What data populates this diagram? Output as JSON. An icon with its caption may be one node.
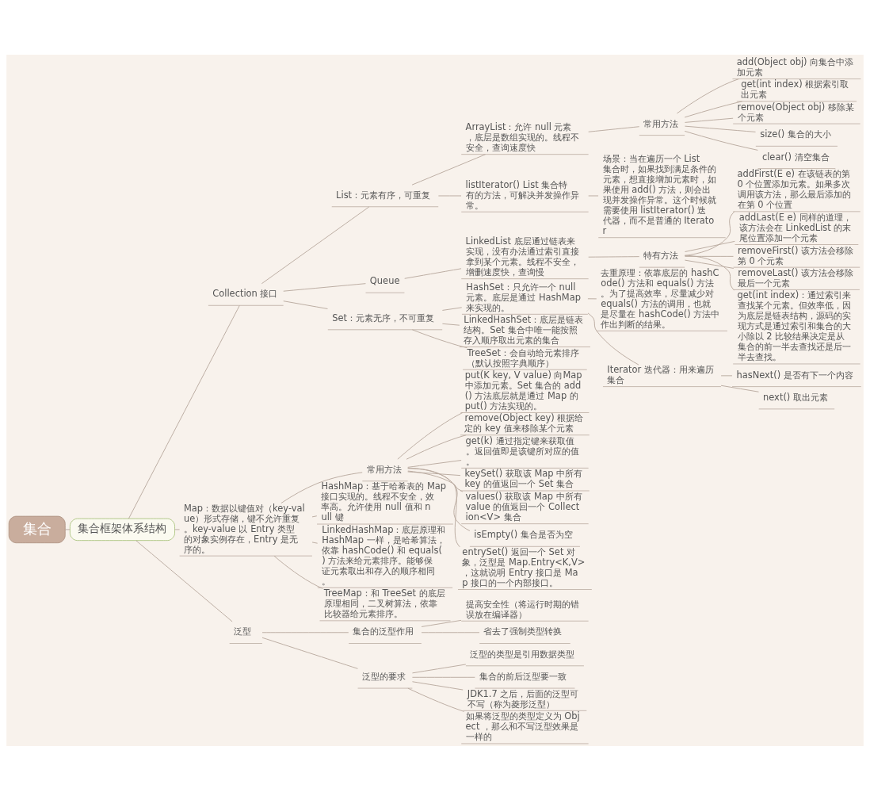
{
  "diagram": {
    "nodes": [
      {
        "text": [
          "集合"
        ]
      },
      {
        "text": [
          "集合框架体系结构"
        ]
      },
      {
        "text": [
          "Collection 接口"
        ]
      },
      {
        "text": [
          "List：元素有序，可重复"
        ]
      },
      {
        "text": [
          "ArrayList：允许 null 元素，底层是数组实现的。线程不安全，查询速度快"
        ]
      },
      {
        "text": [
          "常用方法"
        ]
      },
      {
        "text": [
          "add(Object obj) 向集合中添加元素"
        ]
      },
      {
        "text": [
          "get(int index) 根据索引取出元素"
        ]
      },
      {
        "text": [
          "remove(Object obj) 移除某个元素"
        ]
      },
      {
        "text": [
          "size() 集合的大小"
        ]
      },
      {
        "text": [
          "clear() 清空集合"
        ]
      },
      {
        "text": [
          "listIterator() List 集合特有的方法，可解决并发操作异常。"
        ]
      },
      {
        "text": [
          "场景：当在遍历一个 List  集合时，如果找到满足条件的元素，想直接增加元素时，如果使用 add() 方法，则会出现并发操作异常。这个时候就需要使用 listIterator() 迭代器，而不是普通的 Iterator"
        ]
      },
      {
        "text": [
          "Queue"
        ]
      },
      {
        "text": [
          "LinkedList 底层通过链表来实现，没有办法通过索引直接拿到某个元素。线程不安全，增删速度快，查询慢"
        ]
      },
      {
        "text": [
          "特有方法"
        ]
      },
      {
        "text": [
          "addFirst(E e) 在该链表的第 0 个位置添加元素。如果多次调用该方法，那么最后添加的在第 0 个位置"
        ]
      },
      {
        "text": [
          "addLast(E e) 同样的道理，该方法会在 LinkedList 的末尾位置添加一个元素"
        ]
      },
      {
        "text": [
          "removeFirst() 该方法会移除第 0 个元素"
        ]
      },
      {
        "text": [
          "removeLast() 该方法会移除最后一个元素"
        ]
      },
      {
        "text": [
          "get(int index)：通过索引来查找某个元素。但效率低，因为底层是链表结构，源码的实现方式是通过索引和集合的大小除以 2 比较结果决定是从集合的前一半去查找还是后一半去查找。"
        ]
      },
      {
        "text": [
          "Set：元素无序，不可重复"
        ]
      },
      {
        "text": [
          "HashSet：只允许一个 null 元素。底层是通过 HashMap 来实现的。"
        ]
      },
      {
        "text": [
          "去重原理：依靠底层的 hashCode() 方法和 equals() 方法。为了提高效率，尽量减少对 equals() 方法的调用，也就是尽量在 hashCode() 方法中作出判断的结果。"
        ]
      },
      {
        "text": [
          "Iterator 迭代器：用来遍历集合"
        ]
      },
      {
        "text": [
          "hasNext() 是否有下一个内容"
        ]
      },
      {
        "text": [
          "next() 取出元素"
        ]
      },
      {
        "text": [
          "LinkedHashSet：底层是链表结构。Set 集合中唯一能按照存入顺序取出元素的集合"
        ]
      },
      {
        "text": [
          "TreeSet：会自动给元素排序（默认按照字典顺序）"
        ]
      },
      {
        "text": [
          "Map：数据以键值对（key-value）形式存储，键不允许重复。key-value 以 Entry 类型的对象实例存在，Entry 是无序的。"
        ]
      },
      {
        "text": [
          "常用方法"
        ]
      },
      {
        "text": [
          "put(K key, V value) 向Map中添加元素。Set 集合的 add() 方法底层就是通过 Map 的 put() 方法实现的。"
        ]
      },
      {
        "text": [
          "remove(Object key) 根据给定的 key 值来移除某个元素"
        ]
      },
      {
        "text": [
          "get(k) 通过指定键来获取值。返回值即是该键所对应的值。"
        ]
      },
      {
        "text": [
          "keySet() 获取该 Map 中所有 key 的值返回一个 Set 集合"
        ]
      },
      {
        "text": [
          "values() 获取该 Map 中所有 value 的值返回一个 Collection<V> 集合"
        ]
      },
      {
        "text": [
          "isEmpty() 集合是否为空"
        ]
      },
      {
        "text": [
          "entrySet() 返回一个 Set 对象，泛型是 Map.Entry<K,V> ，这就说明 Entry 接口是 Map 接口的一个内部接口。"
        ]
      },
      {
        "text": [
          "HashMap：基于哈希表的 Map 接口实现的。线程不安全，效率高。允许使用 null 值和 null 键"
        ]
      },
      {
        "text": [
          "LinkedHashMap：底层原理和 HashMap 一样，是哈希算法，依靠 hashCode() 和 equals() 方法来给元素排序。能够保证元素取出和存入的顺序相同。"
        ]
      },
      {
        "text": [
          "TreeMap：和 TreeSet 的底层原理相同，二叉树算法，依靠比较器给元素排序。"
        ]
      },
      {
        "text": [
          "泛型"
        ]
      },
      {
        "text": [
          "集合的泛型作用"
        ]
      },
      {
        "text": [
          "提高安全性（将运行时期的错误放在编译器）"
        ]
      },
      {
        "text": [
          "省去了强制类型转换"
        ]
      },
      {
        "text": [
          "泛型的要求"
        ]
      },
      {
        "text": [
          "泛型的类型是引用数据类型"
        ]
      },
      {
        "text": [
          "集合的前后泛型要一致"
        ]
      },
      {
        "text": [
          "JDK1.7 之后，后面的泛型可不写（称为菱形泛型）"
        ]
      },
      {
        "text": [
          "如果将泛型的类型定义为 Object ，那么和不写泛型效果是一样的"
        ]
      }
    ],
    "edges": [
      {
        "from": 0,
        "to": 1,
        "arrow": "none"
      },
      {
        "from": 1,
        "to": 2,
        "arrow": "none"
      },
      {
        "from": 2,
        "to": 3,
        "arrow": "none"
      },
      {
        "from": 3,
        "to": 4,
        "arrow": "none"
      },
      {
        "from": 4,
        "to": 5,
        "arrow": "none"
      },
      {
        "from": 5,
        "to": 6,
        "arrow": "none"
      },
      {
        "from": 5,
        "to": 7,
        "arrow": "none"
      },
      {
        "from": 5,
        "to": 8,
        "arrow": "none"
      },
      {
        "from": 5,
        "to": 9,
        "arrow": "none"
      },
      {
        "from": 5,
        "to": 10,
        "arrow": "none"
      },
      {
        "from": 3,
        "to": 11,
        "arrow": "none"
      },
      {
        "from": 11,
        "to": 12,
        "arrow": "none"
      },
      {
        "from": 2,
        "to": 13,
        "arrow": "none"
      },
      {
        "from": 13,
        "to": 14,
        "arrow": "none"
      },
      {
        "from": 14,
        "to": 15,
        "arrow": "none"
      },
      {
        "from": 15,
        "to": 16,
        "arrow": "none"
      },
      {
        "from": 15,
        "to": 17,
        "arrow": "none"
      },
      {
        "from": 15,
        "to": 18,
        "arrow": "none"
      },
      {
        "from": 15,
        "to": 19,
        "arrow": "none"
      },
      {
        "from": 15,
        "to": 20,
        "arrow": "none"
      },
      {
        "from": 2,
        "to": 21,
        "arrow": "none"
      },
      {
        "from": 21,
        "to": 22,
        "arrow": "none"
      },
      {
        "from": 22,
        "to": 23,
        "arrow": "none"
      },
      {
        "from": 22,
        "to": 24,
        "arrow": "none"
      },
      {
        "from": 24,
        "to": 25,
        "arrow": "none"
      },
      {
        "from": 24,
        "to": 26,
        "arrow": "none"
      },
      {
        "from": 21,
        "to": 27,
        "arrow": "none"
      },
      {
        "from": 21,
        "to": 28,
        "arrow": "none"
      },
      {
        "from": 1,
        "to": 29,
        "arrow": "none"
      },
      {
        "from": 29,
        "to": 30,
        "arrow": "none"
      },
      {
        "from": 30,
        "to": 31,
        "arrow": "none"
      },
      {
        "from": 30,
        "to": 32,
        "arrow": "none"
      },
      {
        "from": 30,
        "to": 33,
        "arrow": "none"
      },
      {
        "from": 30,
        "to": 34,
        "arrow": "none"
      },
      {
        "from": 30,
        "to": 35,
        "arrow": "none"
      },
      {
        "from": 30,
        "to": 36,
        "arrow": "none"
      },
      {
        "from": 30,
        "to": 37,
        "arrow": "none"
      },
      {
        "from": 29,
        "to": 38,
        "arrow": "none"
      },
      {
        "from": 29,
        "to": 39,
        "arrow": "none"
      },
      {
        "from": 29,
        "to": 40,
        "arrow": "none"
      },
      {
        "from": 1,
        "to": 41,
        "arrow": "none"
      },
      {
        "from": 41,
        "to": 42,
        "arrow": "none"
      },
      {
        "from": 42,
        "to": 43,
        "arrow": "none"
      },
      {
        "from": 42,
        "to": 44,
        "arrow": "none"
      },
      {
        "from": 41,
        "to": 45,
        "arrow": "none"
      },
      {
        "from": 45,
        "to": 46,
        "arrow": "none"
      },
      {
        "from": 45,
        "to": 47,
        "arrow": "none"
      },
      {
        "from": 45,
        "to": 48,
        "arrow": "none"
      },
      {
        "from": 45,
        "to": 49,
        "arrow": "none"
      }
    ]
  }
}
